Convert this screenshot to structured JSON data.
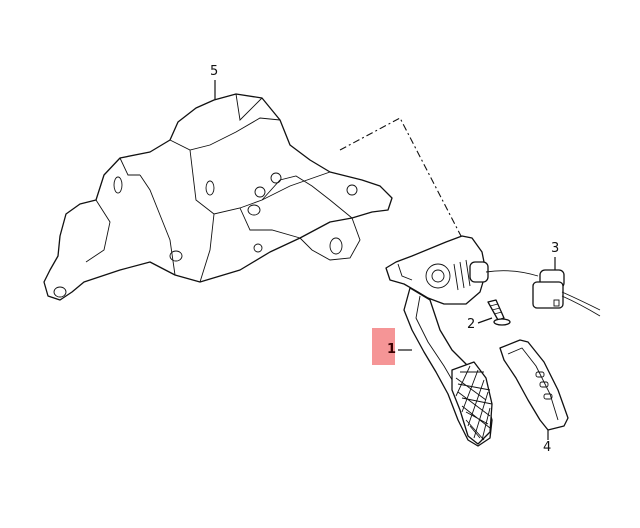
{
  "diagram": {
    "type": "exploded parts diagram",
    "subject": "pedal assembly with bracket",
    "callouts": [
      {
        "id": "1",
        "label": "1",
        "highlighted": true,
        "highlight_color": "#f4898b",
        "part": "accelerator pedal"
      },
      {
        "id": "2",
        "label": "2",
        "highlighted": false,
        "part": "screw"
      },
      {
        "id": "3",
        "label": "3",
        "highlighted": false,
        "part": "connector"
      },
      {
        "id": "4",
        "label": "4",
        "highlighted": false,
        "part": "pedal pad"
      },
      {
        "id": "5",
        "label": "5",
        "highlighted": false,
        "part": "pedal bracket"
      }
    ]
  }
}
